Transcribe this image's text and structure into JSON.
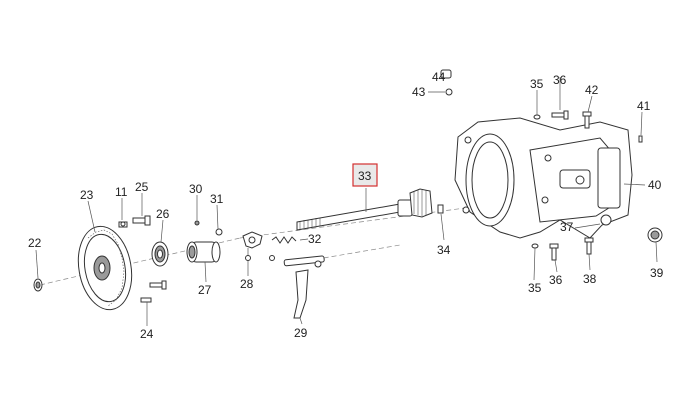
{
  "callouts": {
    "c22": "22",
    "c23": "23",
    "c11": "11",
    "c25": "25",
    "c26": "26",
    "c24": "24",
    "c27": "27",
    "c30": "30",
    "c31": "31",
    "c28": "28",
    "c32": "32",
    "c29": "29",
    "c33": "33",
    "c34": "34",
    "c35a": "35",
    "c36a": "36",
    "c44": "44",
    "c43": "43",
    "c42": "42",
    "c41": "41",
    "c40": "40",
    "c37": "37",
    "c38": "38",
    "c39": "39",
    "c35b": "35",
    "c36b": "36"
  },
  "highlight_color": "#d32f2f",
  "highlighted_part": "33"
}
